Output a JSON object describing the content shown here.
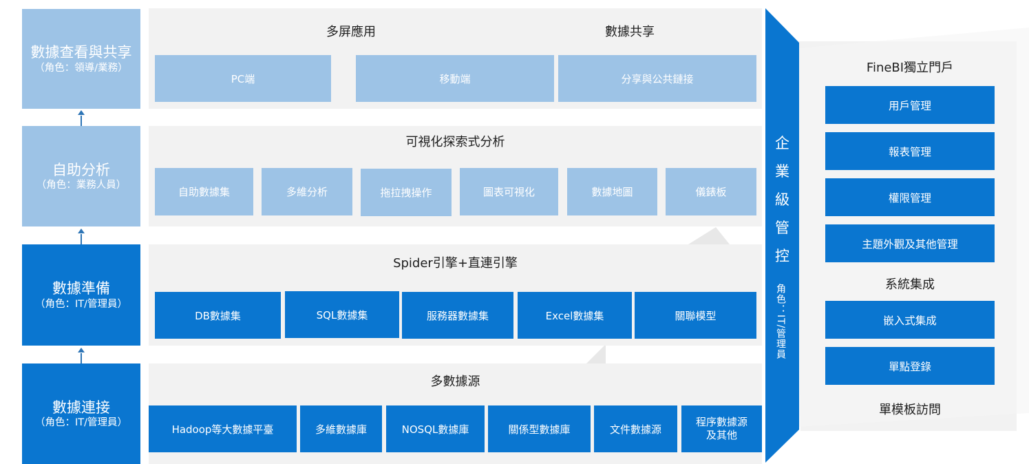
{
  "roles": [
    {
      "title": "數據查看與共享",
      "subtitle": "（角色：領導/業務）"
    },
    {
      "title": "自助分析",
      "subtitle": "（角色：業務人員）"
    },
    {
      "title": "數據準備",
      "subtitle": "（角色：IT/管理員）"
    },
    {
      "title": "數據連接",
      "subtitle": "（角色：IT/管理員）"
    }
  ],
  "layer_view": {
    "heading_left": "多屏應用",
    "heading_right": "數據共享",
    "items": [
      "PC端",
      "移動端",
      "分享與公共鏈接"
    ]
  },
  "layer_analysis": {
    "heading": "可視化探索式分析",
    "items": [
      "自助數據集",
      "多維分析",
      "拖拉拽操作",
      "圖表可視化",
      "數據地圖",
      "儀錶板"
    ]
  },
  "layer_prep": {
    "heading": "Spider引擎+直連引擎",
    "items": [
      "DB數據集",
      "SQL數據集",
      "服務器數據集",
      "Excel數據集",
      "關聯模型"
    ]
  },
  "layer_source": {
    "heading": "多數據源",
    "items": [
      "Hadoop等大數據平臺",
      "多維數據庫",
      "NOSQL數據庫",
      "關係型數據庫",
      "文件數據源",
      "程序數據源",
      "及其他"
    ]
  },
  "enterprise": {
    "chars": [
      "企",
      "業",
      "級",
      "管",
      "控"
    ],
    "role": "角色：IT/管理員"
  },
  "portal": {
    "title": "FineBI獨立門戶",
    "items": [
      "用戶管理",
      "報表管理",
      "權限管理",
      "主題外觀及其他管理"
    ],
    "integration_title": "系統集成",
    "integration_items": [
      "嵌入式集成",
      "單點登錄"
    ],
    "footer": "單模板訪問"
  },
  "colors": {
    "dark_blue": "#0a76d0",
    "light_blue": "#9dc3e6",
    "panel": "#f2f2f2"
  }
}
